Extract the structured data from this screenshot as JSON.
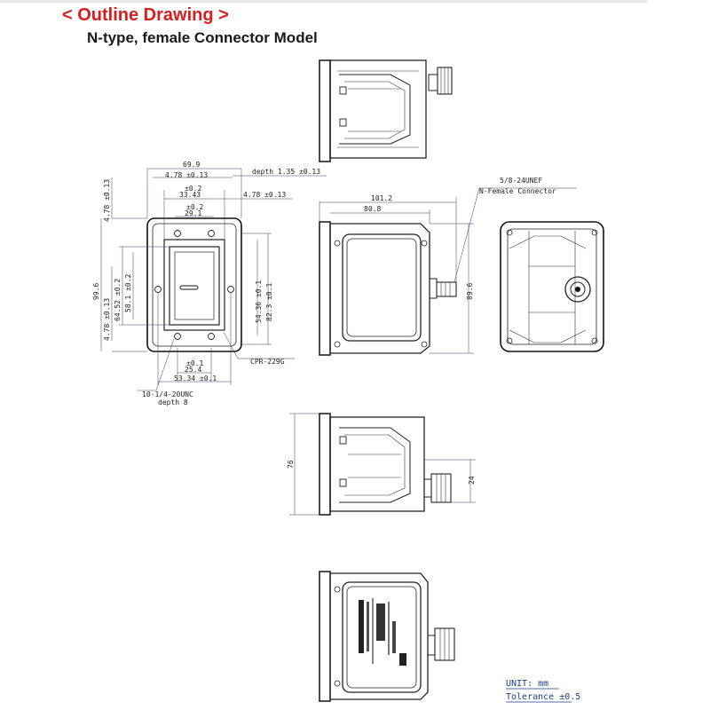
{
  "header": {
    "title": "< Outline Drawing >",
    "subtitle": "N-type, female Connector Model"
  },
  "front_view": {
    "dims": {
      "overall_width": "69.9",
      "flange_offset_top": "4.78 ±0.13",
      "depth_top": "depth 1.35 ±0.13",
      "tol_a": "±0.2",
      "inner_a": "33.43",
      "tol_b": "±0.2",
      "inner_b": "29.1",
      "flange_offset_right": "4.78 ±0.13",
      "left_top_offset": "4.78 ±0.13",
      "overall_height": "99.6",
      "left_mid_offset": "4.78 ±0.13",
      "height_b": "64.52 ±0.2",
      "height_c": "58.1 ±0.2",
      "height_d": "54.36 ±0.1",
      "height_e": "82.3 ±0.1",
      "flange_type": "CPR-229G",
      "tol_c": "±0.1",
      "bottom_a": "25.4",
      "bottom_b": "53.34 ±0.1",
      "thread": "10-1/4-20UNC",
      "thread_depth": "depth 8"
    }
  },
  "side_view": {
    "dims": {
      "length_a": "101.2",
      "length_b": "80.8",
      "height": "89.6"
    },
    "connector_thread": "5/8-24UNEF",
    "connector_type": "N-Female Connector"
  },
  "bottom_view": {
    "dims": {
      "height": "76",
      "connector_offset": "24"
    }
  },
  "units": {
    "unit": "UNIT: mm",
    "tolerance": "Tolerance ±0.5"
  }
}
